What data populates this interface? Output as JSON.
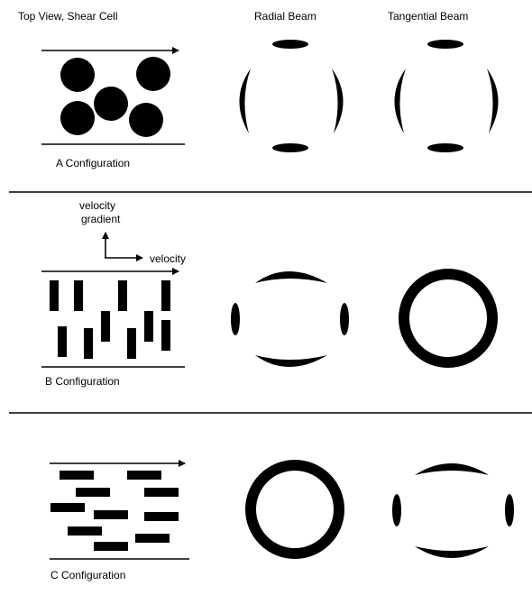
{
  "headers": {
    "col1": "Top View, Shear Cell",
    "col2": "Radial Beam",
    "col3": "Tangential Beam"
  },
  "rows": {
    "a": {
      "label": "A Configuration"
    },
    "b": {
      "label": "B Configuration",
      "axis_y_line1": "velocity",
      "axis_y_line2": "gradient",
      "axis_x": "velocity"
    },
    "c": {
      "label": "C Configuration"
    }
  },
  "colors": {
    "ink": "#000000",
    "background": "#ffffff"
  }
}
